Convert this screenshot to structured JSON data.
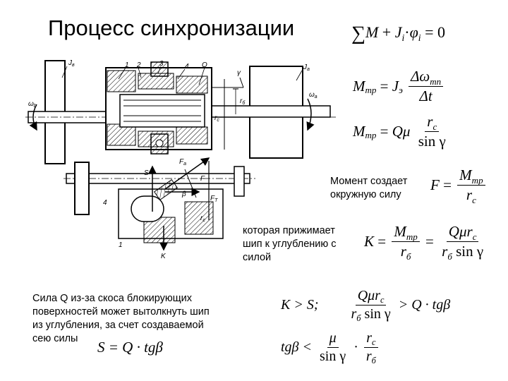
{
  "title": "Процесс синхронизации",
  "notes": {
    "moment": [
      "Момент создает",
      "окружную силу"
    ],
    "press": [
      "которая прижимает",
      "шип к углублению с",
      "силой"
    ],
    "bottom": [
      "Сила Q из-за скоса блокирующих",
      "поверхностей может вытолкнуть шип",
      "из углубления, за счет создаваемой",
      "сею силы"
    ]
  },
  "diagram_labels": {
    "J_b": "J",
    "J_b_sub": "в",
    "J_a": "J",
    "J_a_sub": "a",
    "omega_b": "ω",
    "omega_b_sub": "b",
    "omega_a": "ω",
    "omega_a_sub": "a",
    "n1": "1",
    "n2": "2",
    "n3": "3",
    "n4": "4",
    "Q": "Q",
    "gamma": "γ",
    "r_b": "r",
    "r_b_sub": "б",
    "r_c": "r",
    "r_c_sub": "c",
    "F_a": "F",
    "F_a_sub": "a",
    "S": "S",
    "F": "F",
    "beta": "β",
    "F_T": "F",
    "F_T_sub": "T",
    "r_c2": "r",
    "r_c2_sub": "c",
    "n4b": "4",
    "K": "K",
    "n1b": "1"
  },
  "formulas": {
    "sum_M": "M",
    "J": "J",
    "J_sub": "i",
    "phi": "φ",
    "phi_sub": "i",
    "zero": "0",
    "Mmp": "M",
    "mp_sub": "тр",
    "domega_num": "Δω",
    "domega_sub": "тп",
    "dt": "Δt",
    "Jsub_e": "э",
    "Q_mu": "Qμ",
    "rc": "r",
    "rc_sub": "c",
    "sin_gamma": "sin γ",
    "F": "F",
    "rc_den": "r",
    "rc_den_sub": "c",
    "K": "K",
    "r_b": "r",
    "r_b_sub": "б",
    "Q_mu_rc": "Qμr",
    "rb_sin": "r",
    "rb_sin_sub": "б",
    "sin_g2": "sin γ",
    "K_gt_S": "K > S;",
    "Q_mu_rc2": "Qμr",
    "rb_sin2": "r",
    "rb_sin2_sub": "б",
    "sin_g3": "sin γ",
    "gt_Q_tg": "> Q · tgβ",
    "tgb_lt": "tgβ <",
    "mu": "μ",
    "sin_g4": "sin γ",
    "rc3": "r",
    "rc3_sub": "c",
    "rb3": "r",
    "rb3_sub": "б",
    "S_eq": "S = Q · tgβ"
  }
}
